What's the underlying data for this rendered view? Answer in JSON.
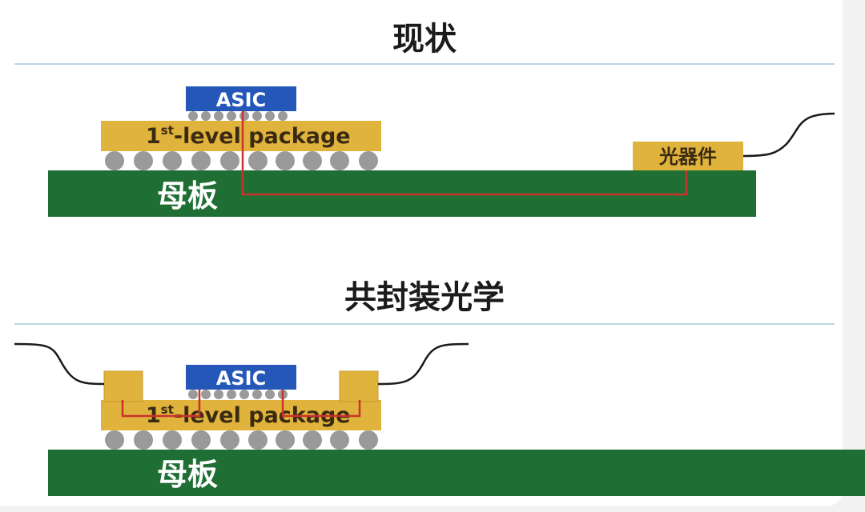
{
  "top_section": {
    "title": "现状",
    "asic_label": "ASIC",
    "package_label_prefix": "1",
    "package_label_sup": "st",
    "package_label_suffix": "-level package",
    "board_label": "母板",
    "optical_device_label": "光器件"
  },
  "bottom_section": {
    "title": "共封装光学",
    "asic_label": "ASIC",
    "package_label_prefix": "1",
    "package_label_sup": "st",
    "package_label_suffix": "-level package",
    "board_label": "母板"
  },
  "colors": {
    "board_green": "#1f6e34",
    "package_gold": "#e0b33c",
    "asic_blue": "#2457b8",
    "ball_gray": "#9a9a9a",
    "trace_red": "#c9332e",
    "rule_blue": "#bcd8e6",
    "fiber_black": "#1a1a1a"
  }
}
